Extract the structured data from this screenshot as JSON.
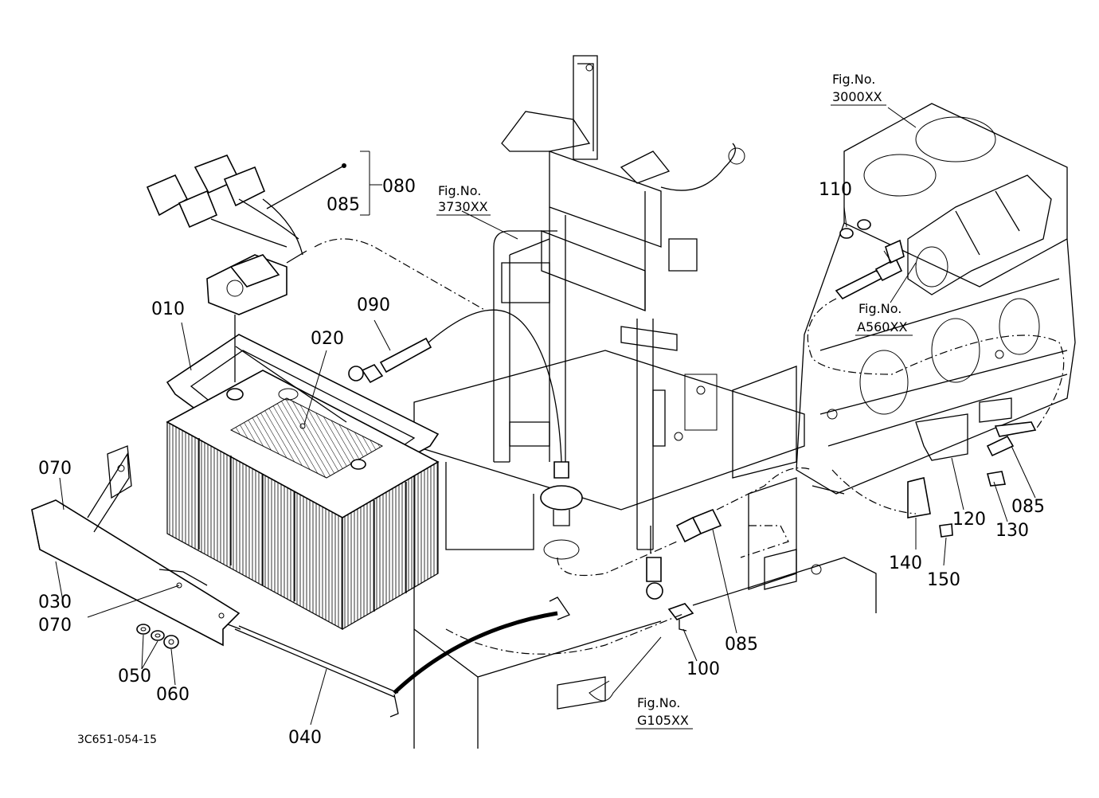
{
  "drawing_code": "3C651-054-15",
  "callouts": {
    "p010": "010",
    "p020": "020",
    "p030": "030",
    "p040": "040",
    "p050": "050",
    "p060": "060",
    "p070a": "070",
    "p070b": "070",
    "p080": "080",
    "p085a": "085",
    "p085b": "085",
    "p085c": "085",
    "p090": "090",
    "p100": "100",
    "p110": "110",
    "p120": "120",
    "p130": "130",
    "p140": "140",
    "p150": "150"
  },
  "figure_refs": {
    "fig_3730": {
      "label": "Fig.No.",
      "number": "3730XX"
    },
    "fig_3000": {
      "label": "Fig.No.",
      "number": "3000XX"
    },
    "fig_a560": {
      "label": "Fig.No.",
      "number": "A560XX"
    },
    "fig_g105": {
      "label": "Fig.No.",
      "number": "G105XX"
    }
  }
}
